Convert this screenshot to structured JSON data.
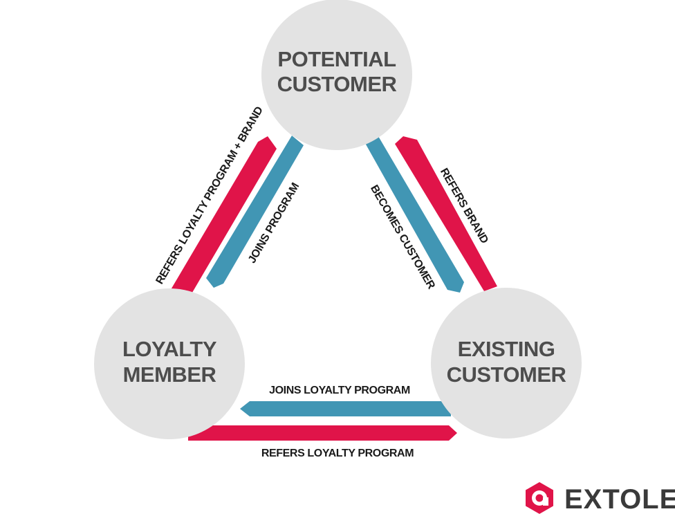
{
  "nodes": {
    "potential": {
      "line1": "POTENTIAL",
      "line2": "CUSTOMER"
    },
    "loyalty": {
      "line1": "LOYALTY",
      "line2": "MEMBER"
    },
    "existing": {
      "line1": "EXISTING",
      "line2": "CUSTOMER"
    }
  },
  "edges": {
    "refers_program_brand": "REFERS LOYALTY PROGRAM + BRAND",
    "joins_program": "JOINS PROGRAM",
    "becomes_customer": "BECOMES CUSTOMER",
    "refers_brand": "REFERS BRAND",
    "joins_loyalty_program": "JOINS LOYALTY PROGRAM",
    "refers_loyalty_program": "REFERS LOYALTY PROGRAM"
  },
  "brand": {
    "name": "EXTOLE",
    "icon": "extole-logo-icon"
  },
  "colors": {
    "node_fill": "#e3e3e3",
    "node_text": "#4d4d4d",
    "blue_arrow": "#4196b4",
    "red_arrow": "#e01449",
    "brand_red": "#e01449"
  }
}
